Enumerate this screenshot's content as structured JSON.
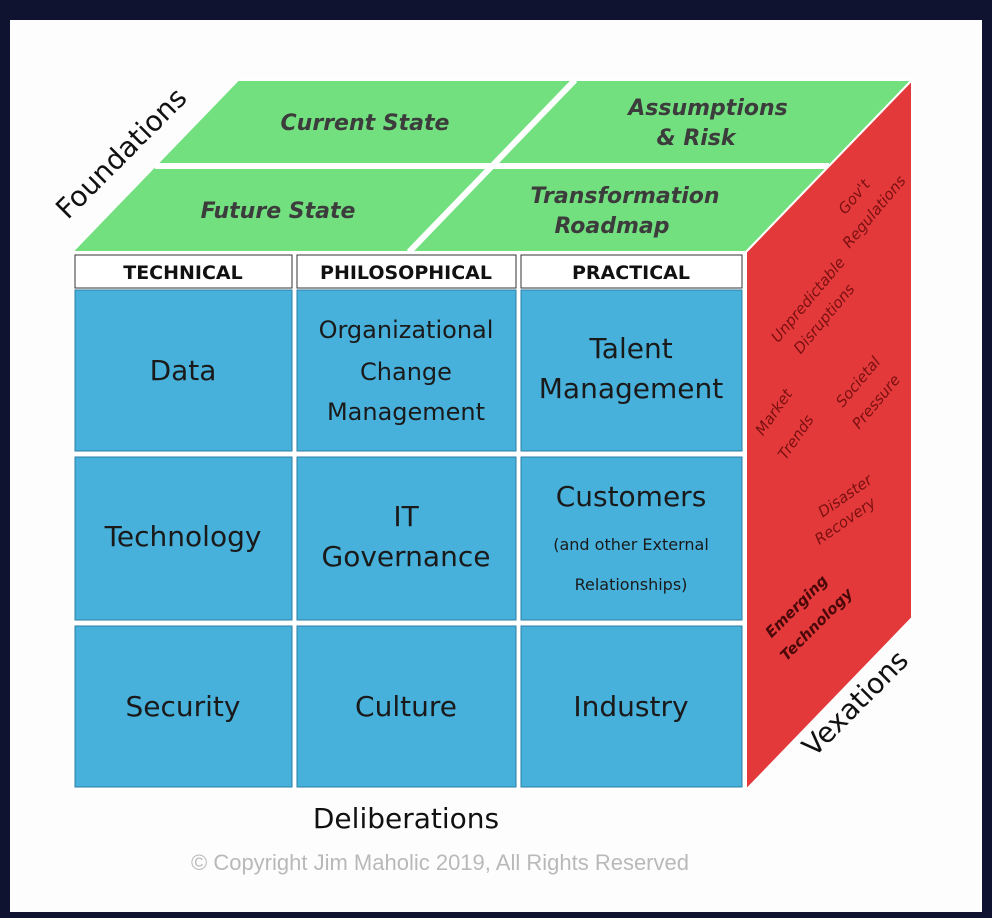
{
  "axes": {
    "foundations": "Foundations",
    "deliberations": "Deliberations",
    "vexations": "Vexations"
  },
  "top_face": {
    "current_state": "Current State",
    "assumptions_risk_line1": "Assumptions",
    "assumptions_risk_line2": "& Risk",
    "future_state": "Future State",
    "transformation_roadmap_line1": "Transformation",
    "transformation_roadmap_line2": "Roadmap"
  },
  "columns": {
    "technical": "TECHNICAL",
    "philosophical": "PHILOSOPHICAL",
    "practical": "PRACTICAL"
  },
  "cells": {
    "data": "Data",
    "org_change_line1": "Organizational",
    "org_change_line2": "Change",
    "org_change_line3": "Management",
    "talent_line1": "Talent",
    "talent_line2": "Management",
    "technology": "Technology",
    "it_gov_line1": "IT",
    "it_gov_line2": "Governance",
    "customers_line1": "Customers",
    "customers_line2": "(and other External",
    "customers_line3": "Relationships)",
    "security": "Security",
    "culture": "Culture",
    "industry": "Industry"
  },
  "side_face": {
    "govt_line1": "Gov't",
    "govt_line2": "Regulations",
    "unpredictable_line1": "Unpredictable",
    "unpredictable_line2": "Disruptions",
    "market_line1": "Market",
    "market_line2": "Trends",
    "societal_line1": "Societal",
    "societal_line2": "Pressure",
    "disaster_line1": "Disaster",
    "disaster_line2": "Recovery",
    "emerging_line1": "Emerging",
    "emerging_line2": "Technology"
  },
  "copyright": "© Copyright Jim Maholic 2019, All Rights Reserved",
  "colors": {
    "top_green": "#73e07f",
    "front_blue": "#47b1dc",
    "side_red": "#e4393b",
    "header_white": "#ffffff"
  }
}
